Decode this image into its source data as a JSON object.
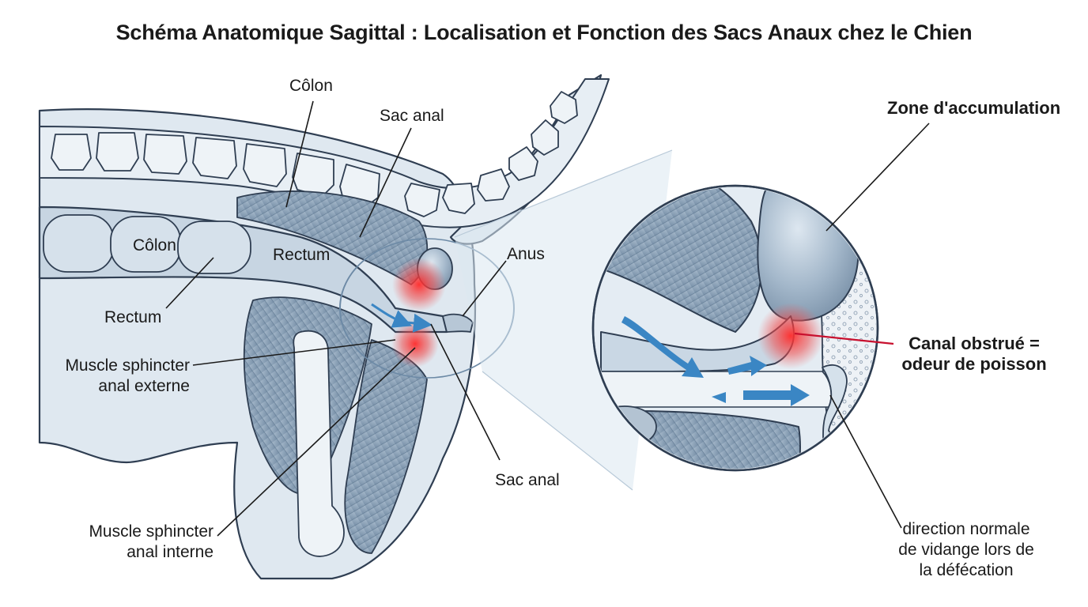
{
  "title": "Schéma Anatomique Sagittal : Localisation et Fonction des Sacs Anaux chez le Chien",
  "labels": {
    "colon_top": "Côlon",
    "sac_anal_top": "Sac anal",
    "colon_mid": "Côlon",
    "rectum_mid": "Rectum",
    "rectum_left": "Rectum",
    "anus": "Anus",
    "sphincter_ext_1": "Muscle sphincter",
    "sphincter_ext_2": "anal externe",
    "sac_anal_bottom": "Sac anal",
    "sphincter_int_1": "Muscle sphincter",
    "sphincter_int_2": "anal interne",
    "zone_accumulation": "Zone d'accumulation",
    "canal_1": "Canal obstrué =",
    "canal_2": "odeur de poisson",
    "direction_1": "direction normale",
    "direction_2": "de vidange lors de",
    "direction_3": "la défécation"
  },
  "colors": {
    "outline": "#2f3e52",
    "tissue": "#dbe6ef",
    "muscle": "#8fa6bd",
    "muscle_dark": "#6d869f",
    "bone": "#eef3f7",
    "sac": "#a9bccd",
    "inflamed": "#e8202a",
    "arrow": "#3a86c4",
    "leader_red": "#c8102e"
  }
}
